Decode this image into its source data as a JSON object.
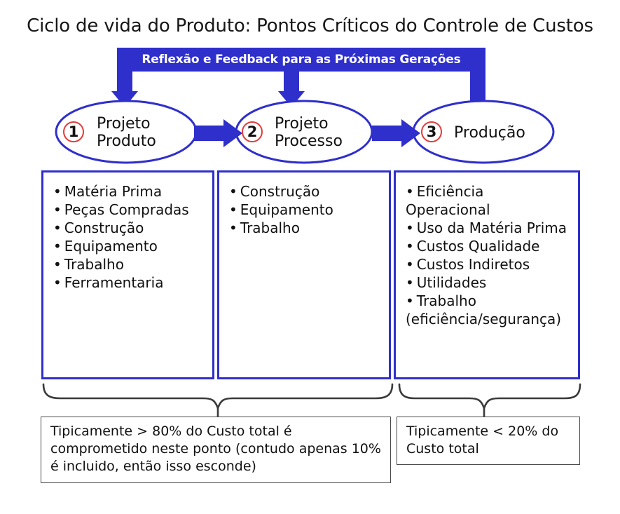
{
  "title": "Ciclo de vida do Produto: Pontos Críticos do Controle de Custos",
  "feedback_bar": {
    "label": "Reflexão e Feedback para as Próximas Gerações",
    "color": "#2f2fcc"
  },
  "colors": {
    "blue": "#2f2fcc",
    "red": "#e03b3b",
    "text": "#111111",
    "caption_border": "#4a4a4a"
  },
  "stages": [
    {
      "number": "1",
      "name_line1": "Projeto",
      "name_line2": "Produto",
      "items": [
        "Matéria Prima",
        "Peças Compradas",
        "Construção",
        "Equipamento",
        "Trabalho",
        "Ferramentaria"
      ]
    },
    {
      "number": "2",
      "name_line1": "Projeto",
      "name_line2": "Processo",
      "items": [
        "Construção",
        "Equipamento",
        "Trabalho"
      ]
    },
    {
      "number": "3",
      "name_line1": "Produção",
      "name_line2": "",
      "items": [
        "Eficiência Operacional",
        "Uso da Matéria Prima",
        "Custos Qualidade",
        "Custos Indiretos",
        "Utilidades",
        "Trabalho (eficiência/segurança)"
      ]
    }
  ],
  "captions": [
    {
      "text": "Tipicamente > 80% do Custo total é comprometido neste ponto (contudo apenas 10% é incluido, então isso esconde)"
    },
    {
      "text": "Tipicamente < 20% do Custo total"
    }
  ],
  "bullet_glyph": "•"
}
